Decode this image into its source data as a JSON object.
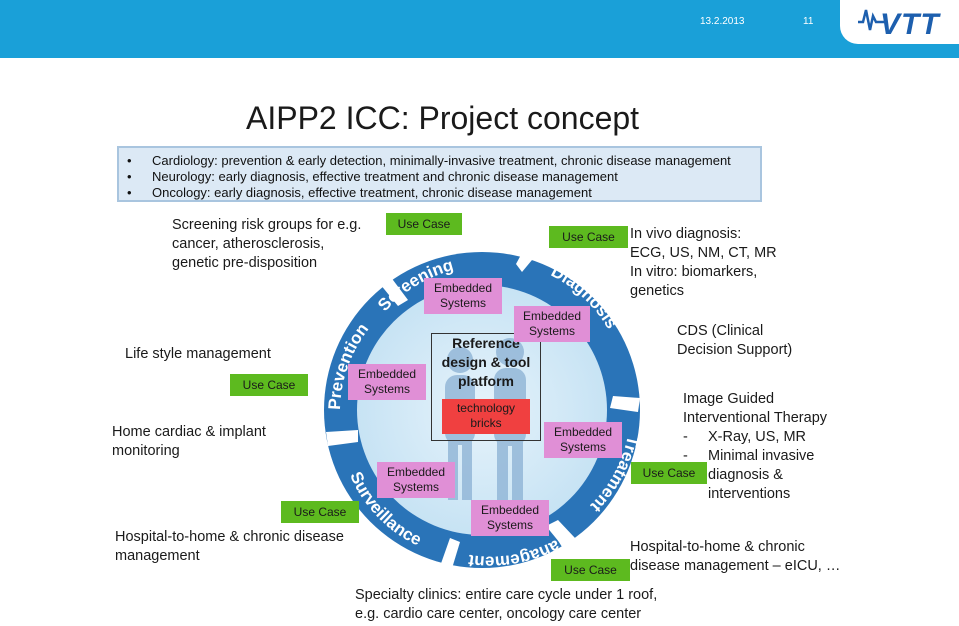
{
  "header": {
    "date": "13.2.2013",
    "page_number": "11",
    "logo_text": "VTT",
    "bar_color": "#1aa0d8"
  },
  "title": "AIPP2 ICC: Project concept",
  "bullets": [
    "Cardiology: prevention & early detection, minimally-invasive treatment, chronic disease management",
    "Neurology: early diagnosis, effective treatment and chronic disease management",
    "Oncology: early diagnosis,  effective treatment, chronic disease management"
  ],
  "cycle": {
    "segments": [
      "Screening",
      "Diagnosis",
      "Treatment",
      "Management",
      "Surveillance",
      "Prevention"
    ],
    "ring_color": "#2a74b8",
    "center": {
      "caption": [
        "Reference",
        "design & tool",
        "platform"
      ],
      "core": [
        "technology",
        "bricks"
      ]
    }
  },
  "use_case_label": "Use Case",
  "embedded": [
    "Embedded",
    "Systems"
  ],
  "text": {
    "screening": [
      "Screening risk groups for e.g.",
      "cancer, atherosclerosis,",
      "genetic pre-disposition"
    ],
    "invivo": [
      "In vivo diagnosis:",
      "ECG, US, NM, CT, MR",
      "In vitro: biomarkers,",
      "genetics"
    ],
    "cds": [
      "CDS (Clinical",
      "Decision Support)"
    ],
    "lifestyle": "Life style management",
    "image_guided": [
      "Image Guided",
      "Interventional Therapy"
    ],
    "image_guided_items": [
      "X-Ray, US, MR",
      "Minimal invasive",
      "diagnosis &",
      "interventions"
    ],
    "home_cardiac": [
      "Home cardiac & implant",
      "monitoring"
    ],
    "hospital_left": [
      "Hospital-to-home & chronic disease",
      "management"
    ],
    "hospital_right": [
      "Hospital-to-home & chronic",
      "disease management – eICU, …"
    ],
    "specialty": [
      "Specialty clinics: entire care cycle under 1 roof,",
      "e.g. cardio care center, oncology care center"
    ]
  }
}
